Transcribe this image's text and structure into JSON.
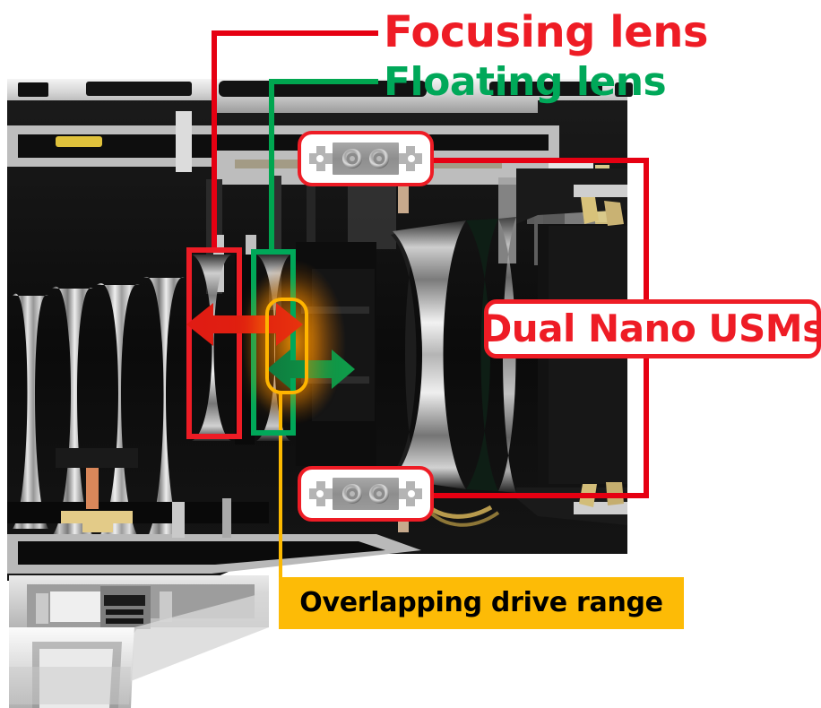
{
  "diagram": {
    "subject": "Camera lens cross-section with autofocus drive annotations",
    "background_color": "#ffffff"
  },
  "labels": {
    "focusing_lens": "Focusing lens",
    "floating_lens": "Floating lens",
    "dual_nano_usms": "Dual Nano USMs",
    "overlapping_drive_range": "Overlapping drive range"
  },
  "colors": {
    "red": "#ee1c25",
    "green": "#00a859",
    "orange": "#ffb400",
    "banner": "#fdbb06",
    "banner_text": "#000000",
    "white": "#ffffff"
  },
  "icons": {
    "usm_motor": "usm-motor-icon",
    "focusing_arrow": "double-arrow-horizontal-red",
    "floating_arrow": "double-arrow-horizontal-green"
  },
  "elements": {
    "focusing_lens_box": "red-outline-rectangle",
    "floating_lens_box": "green-outline-rectangle",
    "overlap_box": "orange-rounded-highlight",
    "top_motor": "top-usm-motor-callout",
    "bottom_motor": "bottom-usm-motor-callout"
  }
}
